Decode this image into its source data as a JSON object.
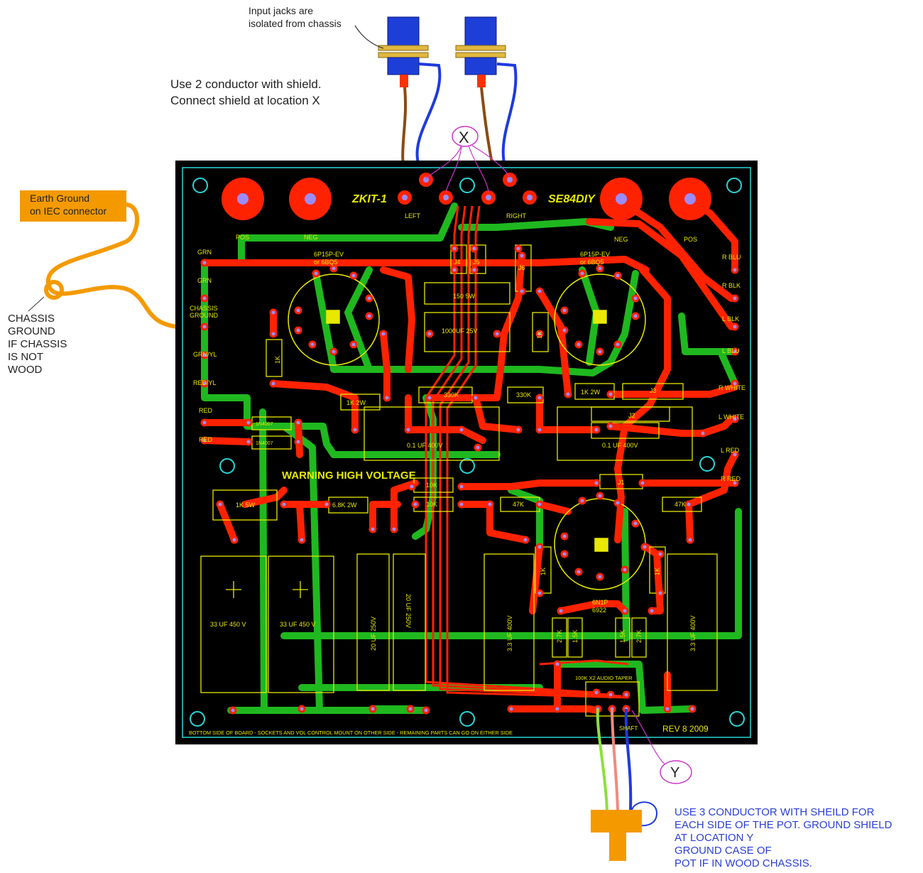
{
  "annotations": {
    "input_jacks": "Input jacks are isolated from chassis",
    "shield_note_line1": "Use 2 conductor with shield.",
    "shield_note_line2": "Connect shield at location X",
    "earth_ground_line1": "Earth Ground",
    "earth_ground_line2": "on IEC connector",
    "chassis_ground": [
      "CHASSIS",
      "GROUND",
      "IF CHASSIS",
      "IS NOT",
      "WOOD"
    ],
    "marker_x": "X",
    "marker_y": "Y",
    "pot_note": [
      "USE 3 CONDUCTOR WITH SHEILD FOR",
      "EACH SIDE OF THE POT.  GROUND SHIELD",
      "AT LOCATION Y",
      "GROUND CASE OF",
      "POT IF IN WOOD CHASSIS."
    ]
  },
  "board": {
    "title_left": "ZKIT-1",
    "title_right": "SE84DIY",
    "warning": "WARNING HIGH VOLTAGE",
    "revision": "REV 8 2009",
    "bottom_text": "BOTTOM SIDE OF BOARD - SOCKETS AND VOL CONTROL MOUNT ON OTHER SIDE - REMAINING PARTS CAN GO ON EITHER SIDE",
    "shaft": "SHAFT",
    "labels": {
      "pos_left": "POS",
      "neg_left": "NEG",
      "neg_right": "NEG",
      "pos_right": "POS",
      "left": "LEFT",
      "right": "RIGHT",
      "grn1": "GRN",
      "grn2": "GRN",
      "chassis_ground_1": "CHASSIS",
      "chassis_ground_2": "GROUND",
      "grn_yl": "GRN/YL",
      "red_yl": "RED/YL",
      "red1": "RED",
      "red2": "RED",
      "r_blu": "R BLU",
      "r_blk": "R BLK",
      "l_blk": "L BLK",
      "l_blu": "L BLU",
      "r_white": "R WHITE",
      "l_white": "L WHITE",
      "l_red": "L RED",
      "r_red": "R RED",
      "tube_left_1": "6P15P-EV",
      "tube_left_2": "or 6BQ5",
      "tube_right_1": "6P15P-EV",
      "tube_right_2": "or 6BQ5",
      "tube_driver_1": "6N1P",
      "tube_driver_2": "6922",
      "j4": "J4",
      "j5": "J5",
      "j6": "J6",
      "j1": "J1",
      "j2": "J2",
      "j3": "J3",
      "r150": "150 5W",
      "c1000": "1000UF 25V",
      "r1k_a": "1K",
      "r1k_b": "1K",
      "r1k_c": "1K",
      "r1k_d": "1K",
      "r1k2w_a": "1K 2W",
      "r1k2w_b": "1K 2W",
      "r330k_a": "330K",
      "r330k_b": "330K",
      "c01_a": "0.1 UF 400V",
      "c01_b": "0.1 UF 400V",
      "d1": "1N4007",
      "d2": "1N4007",
      "r1k5w": "1K 5W",
      "r68k": "6.8K 2W",
      "r10k_a": "10K",
      "r10k_b": "10K",
      "r47k_a": "47K",
      "r47k_b": "47K",
      "c33_a": "33 UF 450 V",
      "c33_b": "33 UF 450 V",
      "c20_a": "20 UF 250V",
      "c20_b": "20 UF 250V",
      "c33s_a": "3.3 UF 400V",
      "c33s_b": "3.3 UF 400V",
      "r27k_a": "2.7K",
      "r15k_a": "1.5K",
      "r15k_b": "1.5K",
      "r27k_b": "2.7K",
      "pot": "100K X2 AUDIO TAPER"
    }
  },
  "colors": {
    "board": "#000000",
    "copper_red": "#ff2200",
    "copper_green": "#1fb81f",
    "silkscreen": "#e8e800",
    "pad": "#9a8cff",
    "outline": "#29d6d6",
    "earth_box": "#f49a00",
    "marker": "#cc33cc",
    "note_blue": "#2a3fd6"
  }
}
